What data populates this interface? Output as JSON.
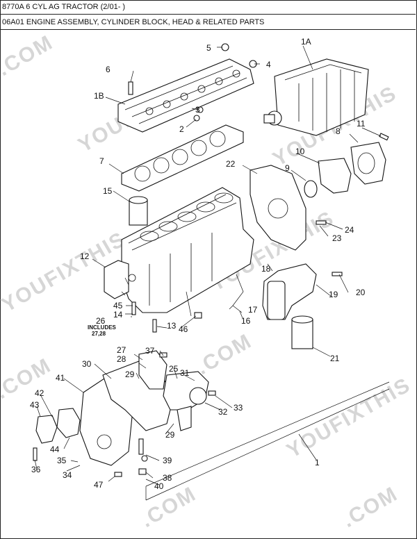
{
  "header": {
    "model_line": "8770A 6 CYL AG TRACTOR (2/01- )",
    "section_line": "06A01 ENGINE ASSEMBLY, CYLINDER BLOCK, HEAD & RELATED PARTS"
  },
  "diagram": {
    "watermark": "YOUFIXTHIS",
    "watermark_com": ".COM",
    "callouts": {
      "c1": "1",
      "c1A": "1A",
      "c1B": "1B",
      "c2": "2",
      "c3": "3",
      "c4": "4",
      "c5": "5",
      "c6": "6",
      "c7": "7",
      "c8": "8",
      "c9": "9",
      "c10": "10",
      "c11": "11",
      "c12": "12",
      "c13": "13",
      "c14": "14",
      "c15": "15",
      "c16": "16",
      "c17": "17",
      "c18": "18",
      "c19": "19",
      "c20": "20",
      "c21": "21",
      "c22": "22",
      "c23": "23",
      "c24": "24",
      "c25": "25",
      "c26": "26",
      "c27": "27",
      "c28": "28",
      "c29a": "29",
      "c29b": "29",
      "c30": "30",
      "c31": "31",
      "c32": "32",
      "c33": "33",
      "c34": "34",
      "c35": "35",
      "c36": "36",
      "c37": "37",
      "c38": "38",
      "c39": "39",
      "c40": "40",
      "c41": "41",
      "c42": "42",
      "c43": "43",
      "c44": "44",
      "c45": "45",
      "c46": "46",
      "c47": "47"
    },
    "includes_note": "INCLUDES",
    "includes_parts": "27,28"
  }
}
